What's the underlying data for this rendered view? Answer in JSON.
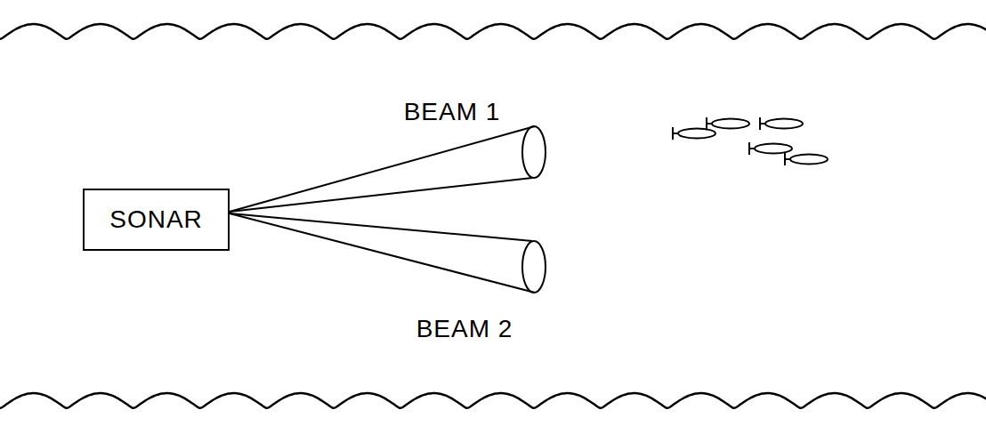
{
  "diagram": {
    "nodes": [
      {
        "text": [
          "SONAR"
        ]
      }
    ],
    "labels": [
      "BEAM 1",
      "BEAM 2"
    ]
  }
}
